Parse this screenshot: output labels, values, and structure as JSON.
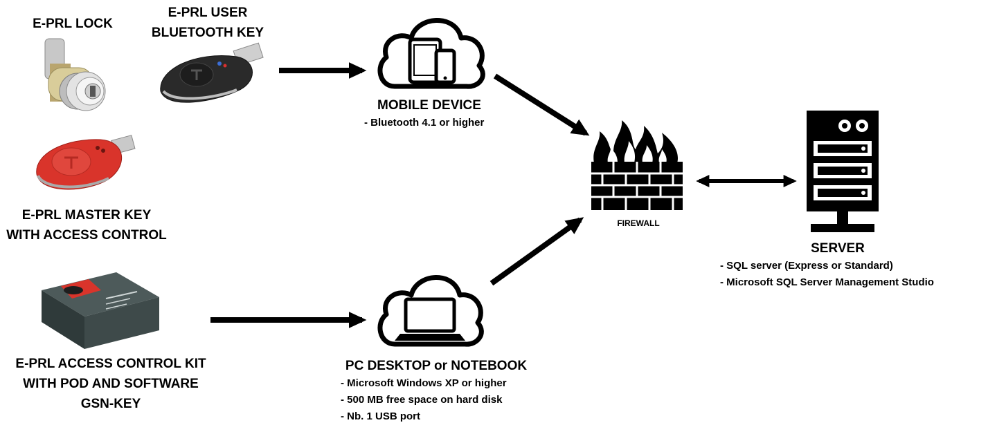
{
  "lock": {
    "title": "E-PRL LOCK"
  },
  "user_key": {
    "title_lines": [
      "E-PRL USER",
      "BLUETOOTH KEY"
    ]
  },
  "master_key": {
    "title_lines": [
      "E-PRL MASTER KEY",
      "WITH ACCESS CONTROL"
    ]
  },
  "kit": {
    "title_lines": [
      "E-PRL ACCESS CONTROL KIT",
      "WITH POD AND SOFTWARE",
      "GSN-KEY"
    ]
  },
  "mobile": {
    "title": "MOBILE DEVICE",
    "specs": [
      "- Bluetooth 4.1 or higher"
    ]
  },
  "pc": {
    "title": "PC DESKTOP or NOTEBOOK",
    "specs": [
      "- Microsoft Windows XP or higher",
      "- 500  MB free space on hard disk",
      "- Nb. 1 USB port"
    ]
  },
  "firewall": {
    "title": "FIREWALL"
  },
  "server": {
    "title": "SERVER",
    "specs": [
      "-    SQL server (Express or Standard)",
      "-    Microsoft SQL Server Management Studio"
    ]
  },
  "colors": {
    "arrow": "#000000",
    "master_key_body": "#d9342b",
    "kit_box": "#3e4a4a",
    "user_key_body": "#2a2a2a"
  },
  "icons": [
    "lock-icon",
    "bluetooth-key-icon",
    "master-key-icon",
    "kit-box-icon",
    "cloud-mobile-icon",
    "cloud-laptop-icon",
    "firewall-icon",
    "server-icon"
  ]
}
